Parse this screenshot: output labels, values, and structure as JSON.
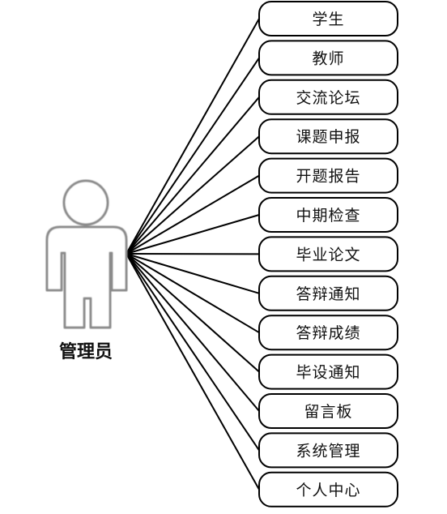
{
  "actor": {
    "label": "管理员"
  },
  "use_cases": [
    {
      "label": "学生"
    },
    {
      "label": "教师"
    },
    {
      "label": "交流论坛"
    },
    {
      "label": "课题申报"
    },
    {
      "label": "开题报告"
    },
    {
      "label": "中期检查"
    },
    {
      "label": "毕业论文"
    },
    {
      "label": "答辩通知"
    },
    {
      "label": "答辩成绩"
    },
    {
      "label": "毕设通知"
    },
    {
      "label": "留言板"
    },
    {
      "label": "系统管理"
    },
    {
      "label": "个人中心"
    }
  ],
  "colors": {
    "line": "#000000",
    "box_border": "#000000",
    "box_fill": "#ffffff",
    "actor_outline": "#8a8a8a",
    "text": "#111111"
  }
}
